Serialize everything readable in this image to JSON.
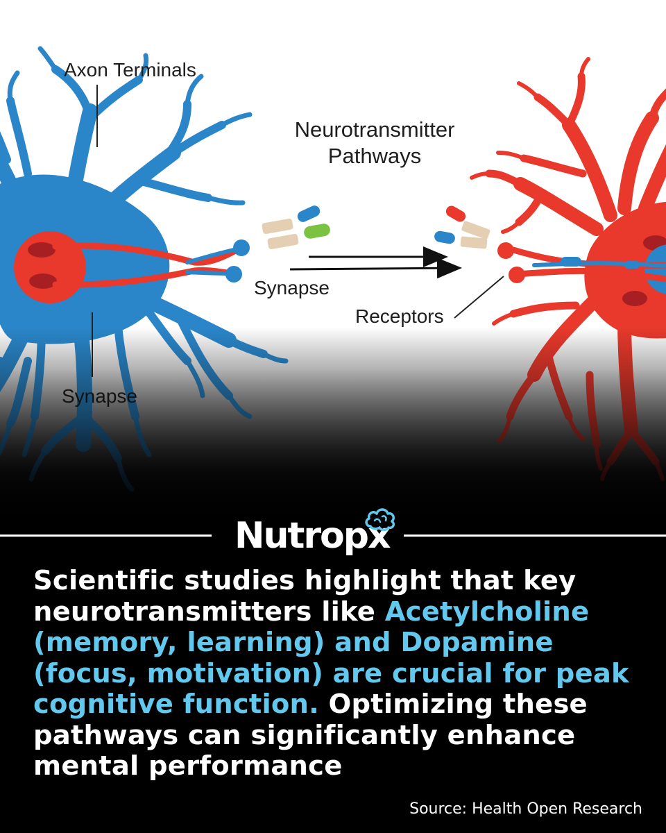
{
  "diagram": {
    "labels": {
      "axon_terminals": "Axon Terminals",
      "synapse_left": "Synapse",
      "pathways_line1": "Neurotransmitter",
      "pathways_line2": "Pathways",
      "synapse_center": "Synapse",
      "receptors": "Receptors"
    },
    "colors": {
      "neuron_left": "#2a86c9",
      "neuron_right": "#e8392c",
      "molecule_tan": "#e4cfb2",
      "molecule_blue": "#2a86c9",
      "molecule_green": "#7cc242",
      "molecule_red": "#e8392c"
    }
  },
  "brand": {
    "logo_text": "Nutropx",
    "logo_icon": "brain-cloud-icon"
  },
  "body": {
    "seg1": "Scientific studies highlight that key neurotransmitters like ",
    "seg2_highlight": "Acetylcholine (memory, learning) and Dopamine (focus, motivation) are crucial for peak cognitive function.",
    "seg3": " Optimizing these pathways can significantly enhance mental performance",
    "highlight_color": "#63c8ee"
  },
  "source": "Source: Health Open Research"
}
